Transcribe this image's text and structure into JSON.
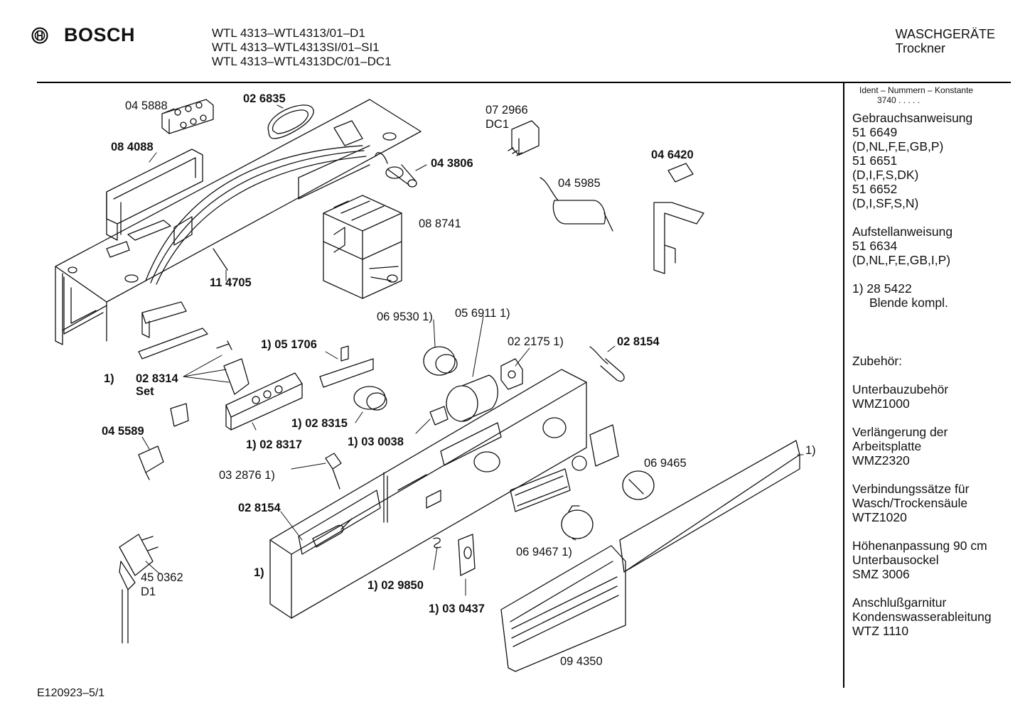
{
  "header": {
    "brand": "BOSCH",
    "models": [
      "WTL 4313–WTL4313/01–D1",
      "WTL 4313–WTL4313SI/01–SI1",
      "WTL 4313–WTL4313DC/01–DC1"
    ],
    "category": "WASCHGERÄTE",
    "subcategory": "Trockner"
  },
  "sidebar": {
    "ident_label": "Ident – Nummern – Konstante",
    "ident_value": "3740  .  .  .  .  .",
    "manual_title": "Gebrauchsanweisung",
    "manual_lines": [
      "51 6649",
      "(D,NL,F,E,GB,P)",
      "51 6651",
      "(D,I,F,S,DK)",
      "51 6652",
      "(D,I,SF,S,N)"
    ],
    "install_title": "Aufstellanweisung",
    "install_lines": [
      "51 6634",
      "(D,NL,F,E,GB,I,P)"
    ],
    "note_num": "1)  28 5422",
    "note_text": "Blende kompl.",
    "accessories_title": "Zubehör:",
    "accessories": [
      [
        "Unterbauzubehör",
        "WMZ1000"
      ],
      [
        "Verlängerung der",
        "Arbeitsplatte",
        "WMZ2320"
      ],
      [
        "Verbindungssätze für",
        "Wasch/Trockensäule",
        "WTZ1020"
      ],
      [
        "Höhenanpassung 90 cm",
        "Unterbausockel",
        "SMZ 3006"
      ],
      [
        "Anschlußgarnitur",
        "Kondenswasserableitung",
        "WTZ 1110"
      ]
    ]
  },
  "parts": {
    "p045888": "04 5888",
    "p026835": "02 6835",
    "p084088": "08 4088",
    "p072966": "07 2966",
    "pDC1": "DC1",
    "p043806": "04 3806",
    "p046420": "04 6420",
    "p045985": "04 5985",
    "p088741": "08 8741",
    "p114705": "11 4705",
    "p069530": "06 9530 1)",
    "p056911": "05 6911 1)",
    "p022175": "02 2175 1)",
    "p028154a": "02 8154",
    "p051706": "1) 05 1706",
    "p1a": "1)",
    "p028314": "02 8314",
    "pSet": "Set",
    "p028315": "1) 02 8315",
    "p045589": "04 5589",
    "p028317": "1) 02 8317",
    "p030038": "1) 03 0038",
    "p032876": "03 2876 1)",
    "p1b": "1)",
    "p069465": "06 9465",
    "p028154b": "02 8154",
    "p1c": "1)",
    "p450362": "45 0362",
    "pD1": "D1",
    "p029850": "1) 02 9850",
    "p069467": "06 9467 1)",
    "p030437": "1) 03 0437",
    "p094350": "09 4350"
  },
  "footer": {
    "drawing_id": "E120923–5/1"
  }
}
